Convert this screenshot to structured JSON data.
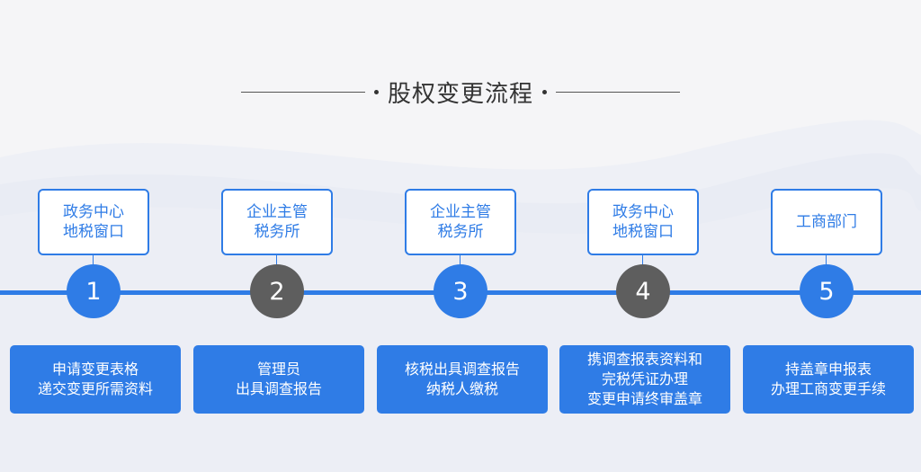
{
  "title": "股权变更流程",
  "colors": {
    "accent": "#2f7ce6",
    "grey": "#5e5e5e",
    "background": "#f5f5f7"
  },
  "steps": [
    {
      "number": "1",
      "department": "政务中心\n地税窗口",
      "action": "申请变更表格\n递交变更所需资料",
      "style": "blue"
    },
    {
      "number": "2",
      "department": "企业主管\n税务所",
      "action": "管理员\n出具调查报告",
      "style": "grey"
    },
    {
      "number": "3",
      "department": "企业主管\n税务所",
      "action": "核税出具调查报告\n纳税人缴税",
      "style": "blue"
    },
    {
      "number": "4",
      "department": "政务中心\n地税窗口",
      "action": "携调查报表资料和\n完税凭证办理\n变更申请终审盖章",
      "style": "grey"
    },
    {
      "number": "5",
      "department": "工商部门",
      "action": "持盖章申报表\n办理工商变更手续",
      "style": "blue"
    }
  ]
}
